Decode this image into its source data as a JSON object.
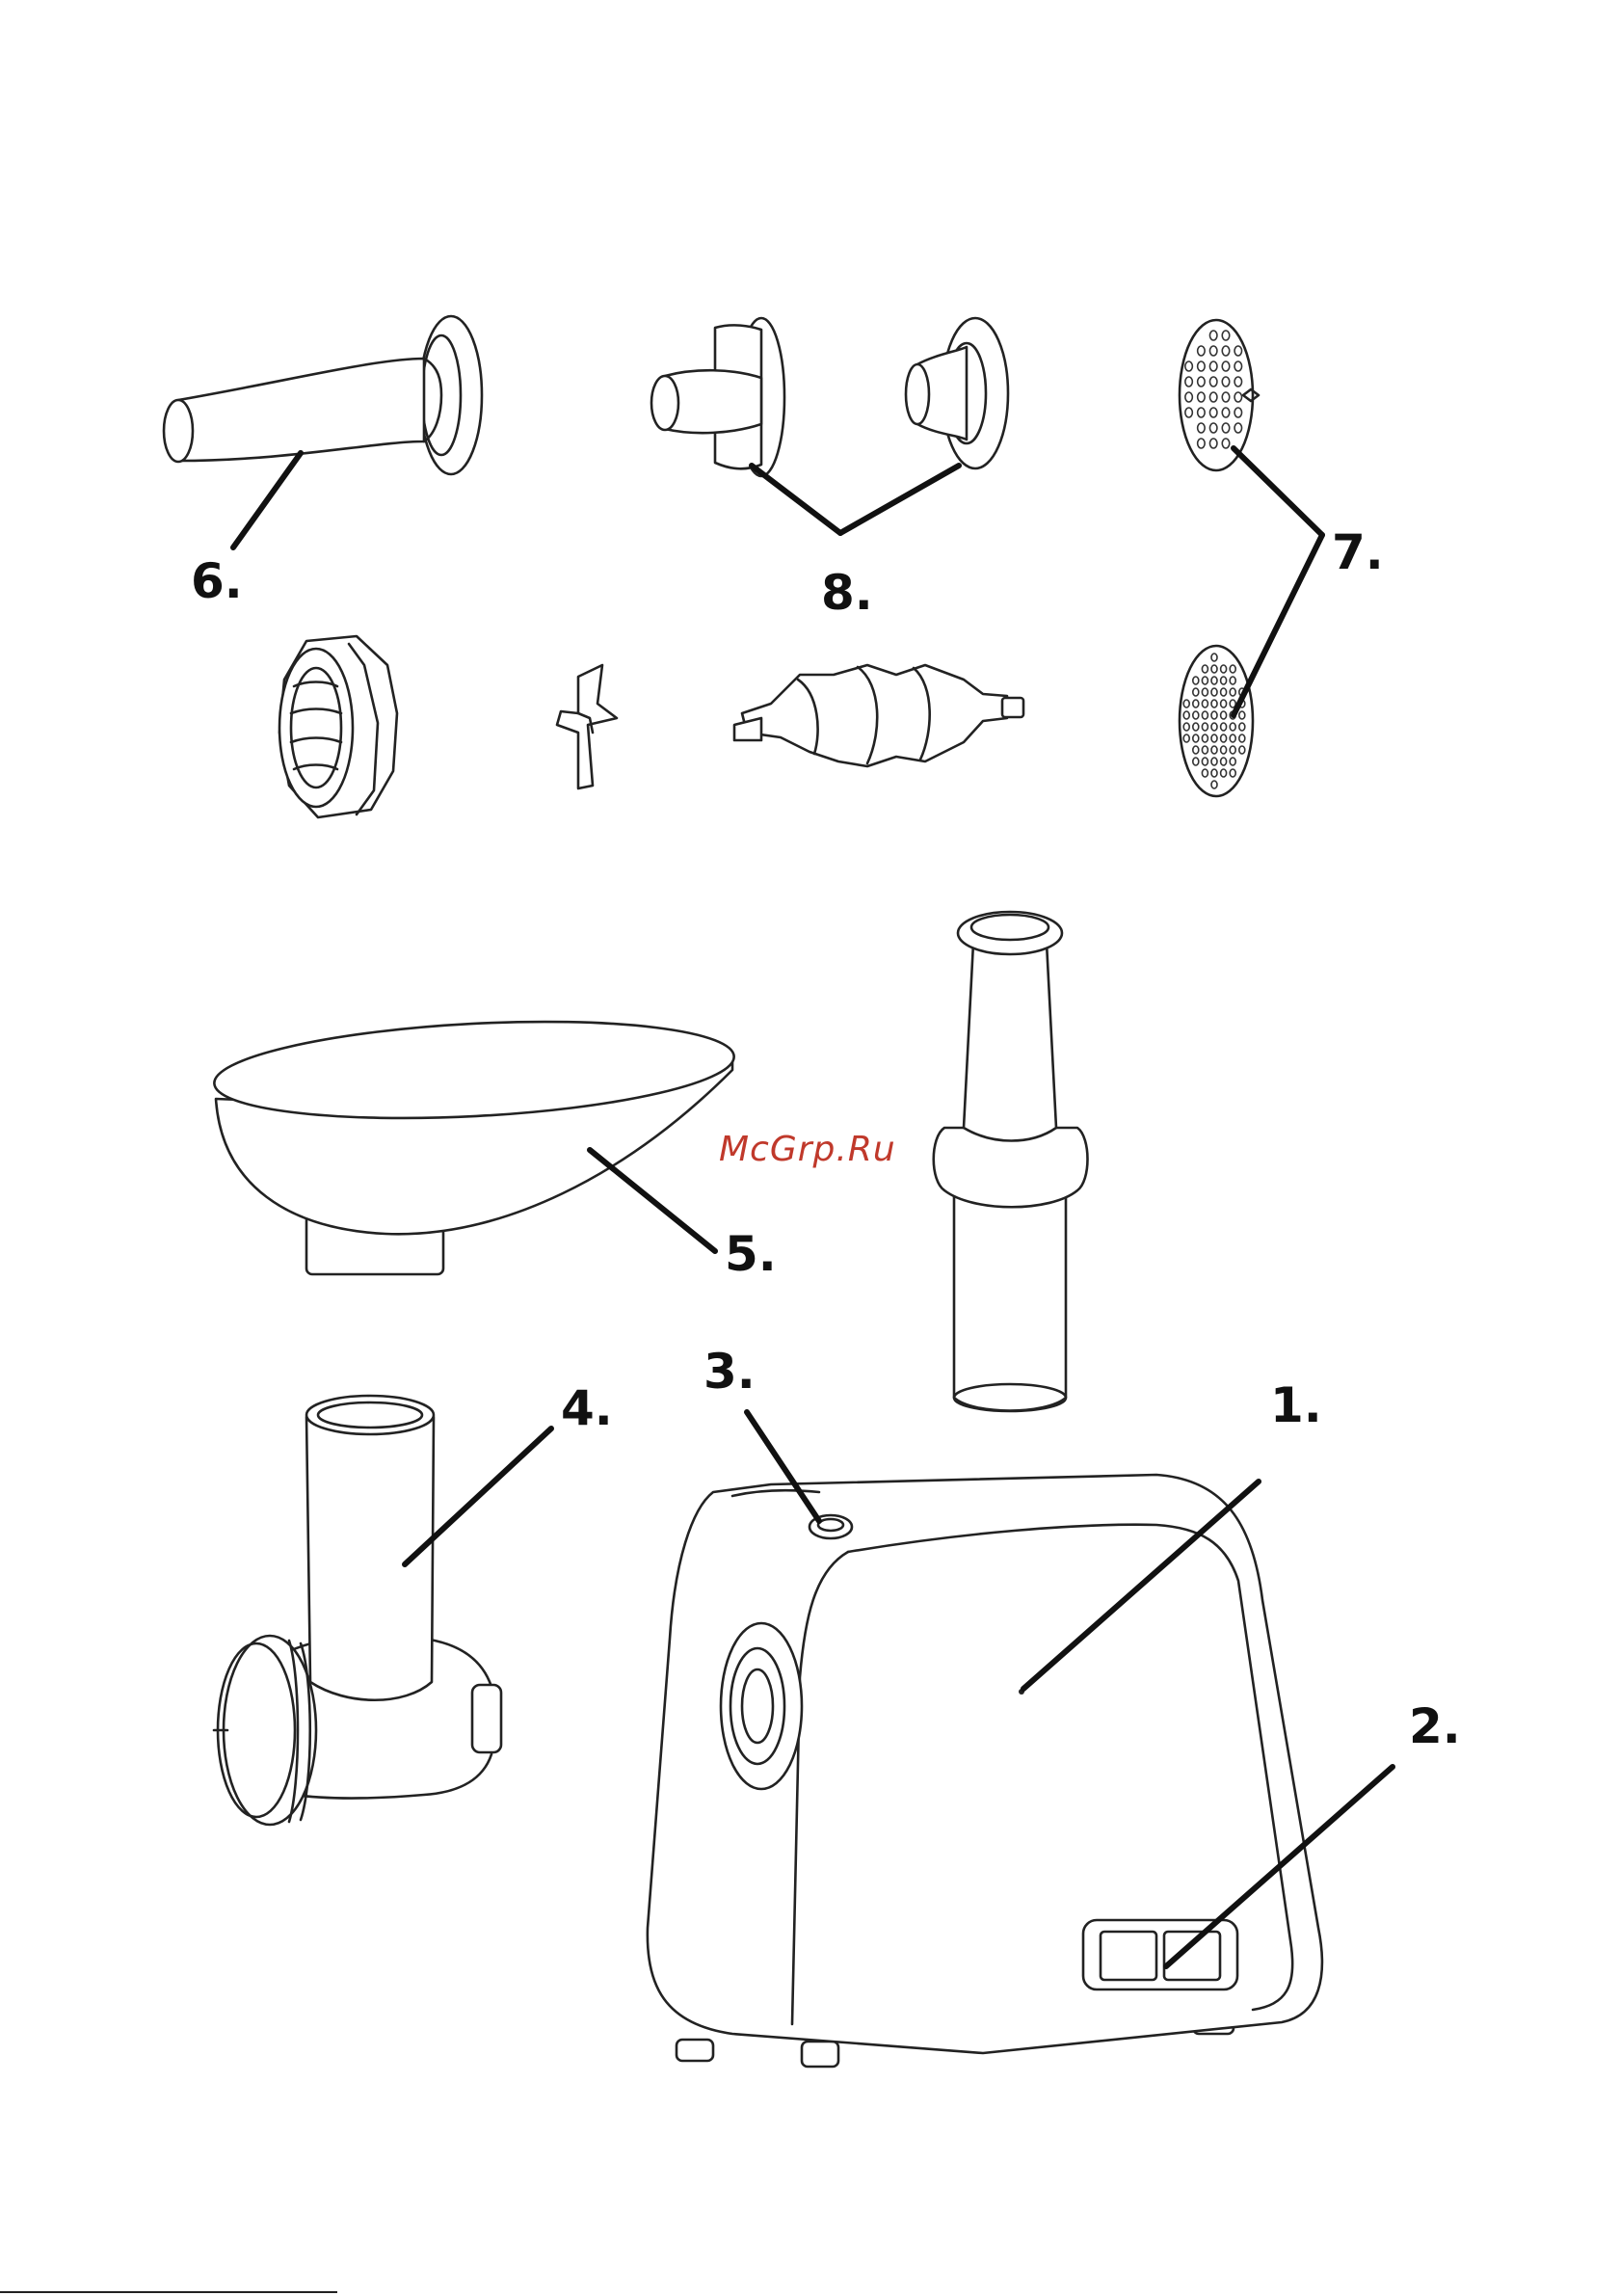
{
  "labels": {
    "main_unit": "1.",
    "switch": "2.",
    "reverse_button": "3.",
    "grinder_head": "4.",
    "tray": "5.",
    "sausage_nozzle": "6.",
    "grinding_plates": "7.",
    "kebbe_attachment": "8."
  },
  "watermark": "McGrp.Ru",
  "colors": {
    "line": "#222222",
    "leader": "#111111",
    "watermark": "#c0392b",
    "background": "#ffffff"
  }
}
